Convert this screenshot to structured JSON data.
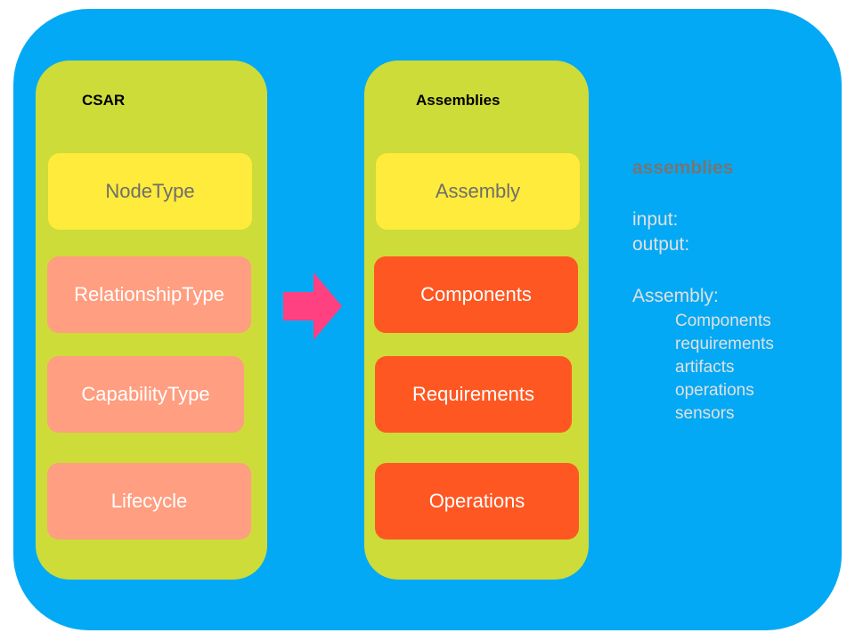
{
  "colors": {
    "background": "#03A9F4",
    "column": "#CDDC39",
    "primary_box": "#FFEB3B",
    "csar_box": "#FF9E80",
    "assembly_box": "#FF5722",
    "arrow": "#FF4081"
  },
  "left_column": {
    "title": "CSAR",
    "boxes": [
      "NodeType",
      "RelationshipType",
      "CapabilityType",
      "Lifecycle"
    ]
  },
  "right_column": {
    "title": "Assemblies",
    "boxes": [
      "Assembly",
      "Components",
      "Requirements",
      "Operations"
    ]
  },
  "arrow": {
    "icon": "right-arrow-icon"
  },
  "side_panel": {
    "heading": "assemblies",
    "input": "input:",
    "output": "output:",
    "assembly_label": "Assembly:",
    "assembly_items": [
      "Components",
      "requirements",
      "artifacts",
      "operations",
      "sensors"
    ]
  }
}
